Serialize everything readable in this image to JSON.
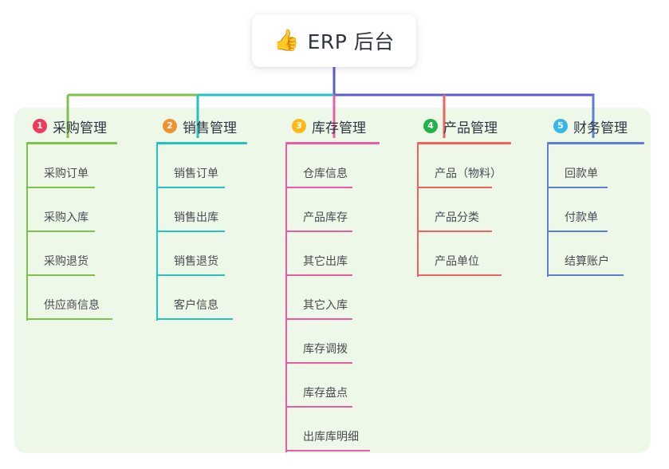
{
  "title": {
    "emoji": "👍",
    "icon_name": "thumbs-up-icon",
    "text": "ERP 后台"
  },
  "theme": {
    "panel_bg": "#eef8e9",
    "card_bg": "#ffffff",
    "text": "#2f3542",
    "leaf_text": "#4a4a52",
    "trunk": "#5b5bd6"
  },
  "columns": [
    {
      "number": "1",
      "title": "采购管理",
      "badge_color": "#f2395a",
      "line_color": "#7dc24b",
      "items": [
        {
          "label": "采购订单"
        },
        {
          "label": "采购入库"
        },
        {
          "label": "采购退货"
        },
        {
          "label": "供应商信息"
        }
      ]
    },
    {
      "number": "2",
      "title": "销售管理",
      "badge_color": "#f0922e",
      "line_color": "#25c3c0",
      "items": [
        {
          "label": "销售订单"
        },
        {
          "label": "销售出库"
        },
        {
          "label": "销售退货"
        },
        {
          "label": "客户信息"
        }
      ]
    },
    {
      "number": "3",
      "title": "库存管理",
      "badge_color": "#fcb817",
      "line_color": "#ed5ba7",
      "items": [
        {
          "label": "仓库信息"
        },
        {
          "label": "产品库存"
        },
        {
          "label": "其它出库"
        },
        {
          "label": "其它入库"
        },
        {
          "label": "库存调拨"
        },
        {
          "label": "库存盘点"
        },
        {
          "label": "出库库明细"
        }
      ]
    },
    {
      "number": "4",
      "title": "产品管理",
      "badge_color": "#21b34a",
      "line_color": "#f4605c",
      "items": [
        {
          "label": "产品（物料）"
        },
        {
          "label": "产品分类"
        },
        {
          "label": "产品单位"
        }
      ]
    },
    {
      "number": "5",
      "title": "财务管理",
      "badge_color": "#35b7e8",
      "line_color": "#5b7fd4",
      "items": [
        {
          "label": "回款单"
        },
        {
          "label": "付款单"
        },
        {
          "label": "结算账户"
        }
      ]
    }
  ]
}
